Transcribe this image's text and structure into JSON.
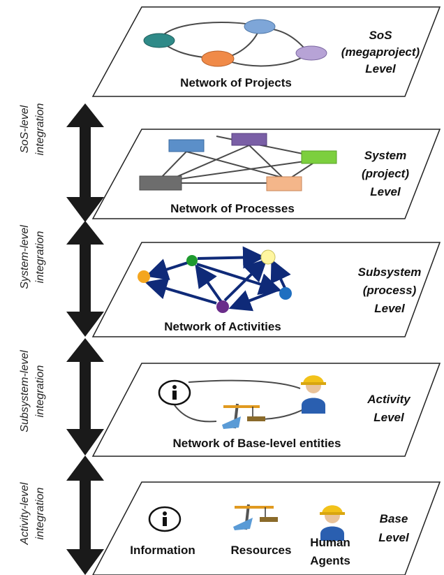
{
  "levels": [
    {
      "id": "sos",
      "network_label": "Network of Projects",
      "level_lines": [
        "SoS",
        "(megaproject)",
        "Level"
      ]
    },
    {
      "id": "system",
      "network_label": "Network of Processes",
      "level_lines": [
        "System",
        "(project)",
        "Level"
      ]
    },
    {
      "id": "subsystem",
      "network_label": "Network of Activities",
      "level_lines": [
        "Subsystem",
        "(process)",
        "Level"
      ]
    },
    {
      "id": "activity",
      "network_label": "Network of Base-level entities",
      "level_lines": [
        "Activity",
        "Level"
      ]
    },
    {
      "id": "base",
      "level_lines": [
        "Base",
        "Level"
      ]
    }
  ],
  "base_entities": {
    "information": "Information",
    "resources": "Resources",
    "human_agents_lines": [
      "Human",
      "Agents"
    ]
  },
  "integrations": [
    {
      "lines": [
        "SoS-level",
        "integration"
      ]
    },
    {
      "lines": [
        "System-level",
        "integration"
      ]
    },
    {
      "lines": [
        "Subsystem-level",
        "integration"
      ]
    },
    {
      "lines": [
        "Activity-level",
        "integration"
      ]
    }
  ],
  "colors": {
    "plane_stroke": "#222222",
    "arrow": "#1a1a1a",
    "network_edge": "#4a4a4a",
    "activity_arrow": "#0f2a78",
    "project_teal": "#2f8a88",
    "project_blue": "#7ea6d8",
    "project_orange": "#f08a48",
    "project_purple": "#b7a3d6",
    "process_blue": "#5b8fc9",
    "process_purple": "#7a5fa6",
    "process_green": "#7ccf3e",
    "process_gray": "#6d6d6d",
    "process_peach": "#f4b68a",
    "activity_green": "#1e9a2e",
    "activity_yellow": "#fff6a0",
    "activity_orange": "#f4a620",
    "activity_blue": "#1f6fc0",
    "activity_purple": "#6a2c8a"
  }
}
